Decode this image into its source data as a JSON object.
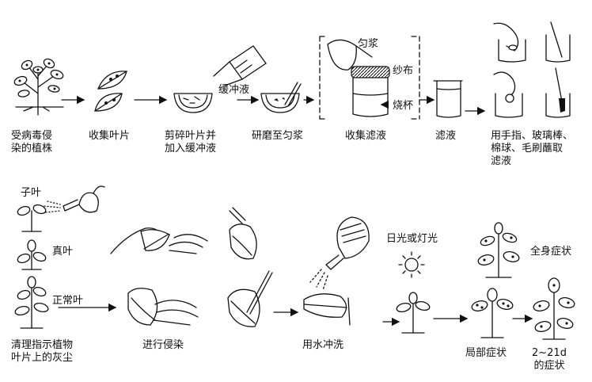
{
  "row1": {
    "step1": [
      "受病毒侵",
      "染的植株"
    ],
    "step2": "收集叶片",
    "step3": [
      "剪碎叶片并",
      "加入缓冲液"
    ],
    "buffer": "缓冲液",
    "step4": "研磨至匀浆",
    "homogenate": "匀浆",
    "gauze": "纱布",
    "beaker": "烧杯",
    "step5": "收集滤液",
    "step6": "滤液",
    "step7": [
      "用手指、玻璃棒、",
      "棉球、毛刷蘸取",
      "滤液"
    ]
  },
  "row2": {
    "cotyledon": "子叶",
    "true_leaf": "真叶",
    "normal_leaf": "正常叶",
    "clean": [
      "清理指示植物",
      "叶片上的灰尘"
    ],
    "inoculate": "进行侵染",
    "rinse": "用水冲洗",
    "light": "日光或灯光",
    "systemic": "全身症状",
    "local": "局部症状",
    "days": [
      "2~21d",
      "的症状"
    ]
  }
}
